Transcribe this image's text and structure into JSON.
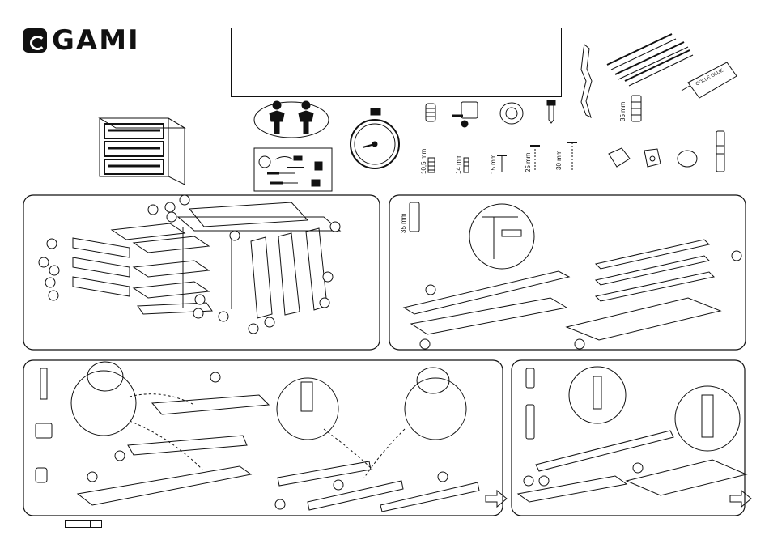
{
  "brand": {
    "name": "GAMI"
  },
  "hardware_dims": {
    "dowel_35": "35 mm",
    "screw_10_5": "10,5 mm",
    "screw_14": "14 mm",
    "screw_15": "15 mm",
    "screw_25": "25 mm",
    "screw_30": "30 mm",
    "step2_dowel": "35 mm"
  },
  "glue_label": "COLLE GLUE"
}
